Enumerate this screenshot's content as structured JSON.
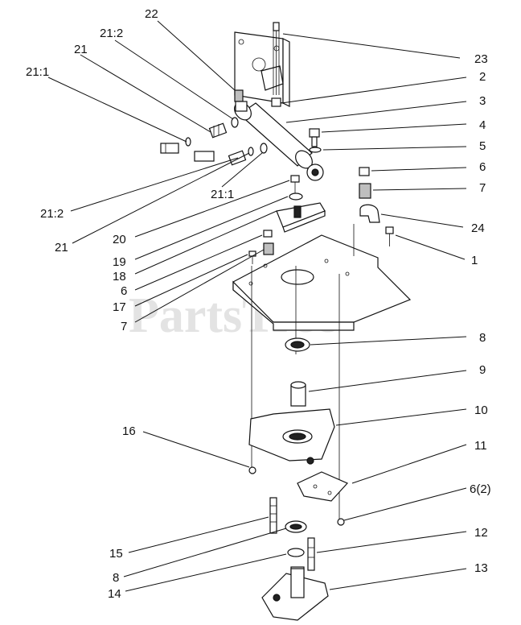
{
  "watermark": "PartsTree",
  "callouts": {
    "c22": "22",
    "c21_2_top": "21:2",
    "c21_top": "21",
    "c21_1_top": "21:1",
    "c23": "23",
    "c2": "2",
    "c3": "3",
    "c4": "4",
    "c5": "5",
    "c6_top": "6",
    "c7_top": "7",
    "c24": "24",
    "c1": "1",
    "c21_1_mid": "21:1",
    "c21_2_left": "21:2",
    "c21_left": "21",
    "c20": "20",
    "c19": "19",
    "c18": "18",
    "c6_left": "6",
    "c17": "17",
    "c7_left": "7",
    "c8_mid": "8",
    "c9": "9",
    "c10": "10",
    "c16": "16",
    "c11": "11",
    "c6_2": "6(2)",
    "c15": "15",
    "c12": "12",
    "c8_bottom": "8",
    "c13": "13",
    "c14": "14"
  }
}
